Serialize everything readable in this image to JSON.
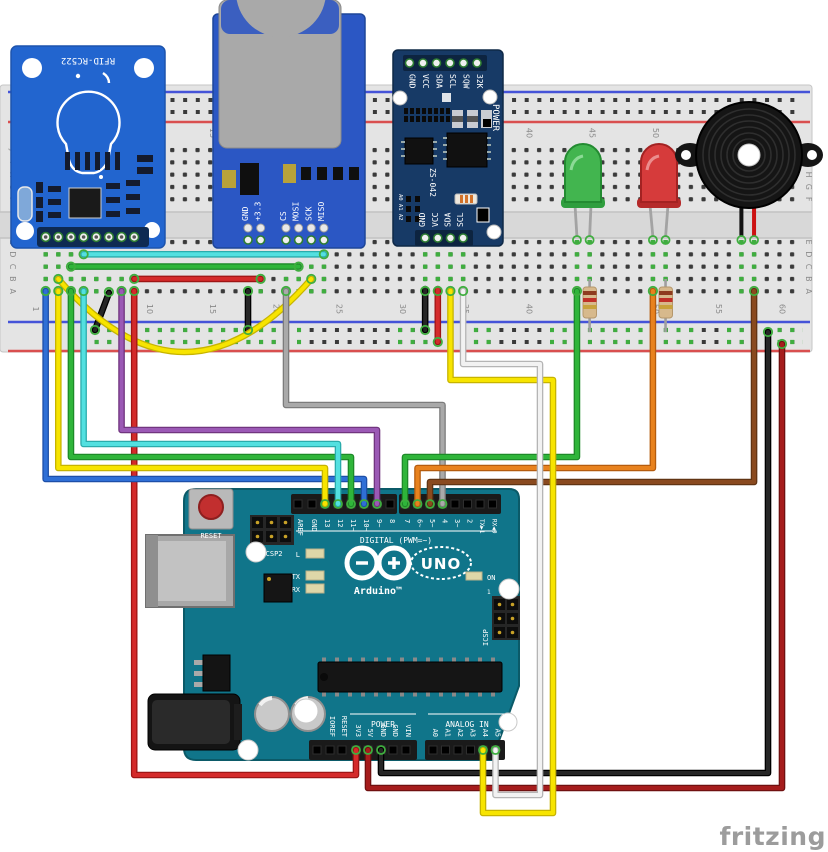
{
  "watermark": "fritzing",
  "breadboard": {
    "row_letters": [
      "J",
      "I",
      "H",
      "G",
      "F",
      "E",
      "D",
      "C",
      "B",
      "A"
    ],
    "column_numbers": [
      "1",
      "5",
      "10",
      "15",
      "20",
      "25",
      "30",
      "35",
      "40",
      "45",
      "50",
      "55",
      "60"
    ]
  },
  "rfid_module": {
    "label": "RFID-RC522"
  },
  "sd_module": {
    "pin_labels": [
      "GND",
      "+3.3",
      "CS",
      "MOSI",
      "SCK",
      "MISO"
    ]
  },
  "rtc_module": {
    "top_pin_labels": [
      "GND",
      "VCC",
      "SDA",
      "SCL",
      "SQW",
      "32K"
    ],
    "side_label": "POWER",
    "model_label": "ZS-042",
    "address_label": "A0 A1 A2",
    "bottom_pin_labels": [
      "GND",
      "VCC",
      "SDA",
      "SCL"
    ]
  },
  "arduino": {
    "reset_label": "RESET",
    "icsp2_label": "ICSP2",
    "icsp_label": "ICSP",
    "icsp_pin1": "1",
    "digital_caption": "DIGITAL (PWM=~)",
    "digital_labels_left": [
      "AREF",
      "GND",
      "13",
      "12",
      "11~",
      "10~",
      "9~",
      "8"
    ],
    "digital_labels_right": [
      "7",
      "6~",
      "5~",
      "4",
      "3~",
      "2",
      "TX▶1",
      "RX◀0"
    ],
    "led_l": "L",
    "led_tx": "TX",
    "led_rx": "RX",
    "led_on": "ON",
    "logo_uno": "UNO",
    "logo_brand": "Arduino™",
    "power_caption": "POWER",
    "analog_caption": "ANALOG IN",
    "power_pin_labels": [
      "IOREF",
      "RESET",
      "3V3",
      "5V",
      "GND",
      "GND",
      "VIN"
    ],
    "analog_pin_labels": [
      "A0",
      "A1",
      "A2",
      "A3",
      "A4",
      "A5"
    ]
  },
  "parts": [
    "RFID-RC522 reader",
    "SD card module",
    "DS3231 RTC module",
    "full-size breadboard",
    "green LED",
    "red LED",
    "resistor",
    "resistor",
    "piezo buzzer",
    "Arduino UNO"
  ],
  "colors": {
    "board_teal": "#10758a",
    "module_blue": "#2265cf",
    "rtc_navy": "#173a66",
    "rail_blue": "#4553d8",
    "rail_red": "#d94f4f",
    "hole_green": "#3fae3f"
  },
  "wires": [
    {
      "name": "rfid-sda-to-d10",
      "color": "#2f6fd6"
    },
    {
      "name": "rfid-sck-to-d13",
      "color": "#f7e400"
    },
    {
      "name": "rfid-mosi-to-d11",
      "color": "#2fb53a"
    },
    {
      "name": "rfid-miso-to-d12",
      "color": "#53e0e0"
    },
    {
      "name": "rfid-rst-to-d9",
      "color": "#9b59b5"
    },
    {
      "name": "rfid-3v3-to-arduino-3v3",
      "color": "#d42a2a"
    },
    {
      "name": "rfid-gnd-to-blue-rail",
      "color": "#262626"
    },
    {
      "name": "sck-jumper-arc",
      "color": "#f7e400"
    },
    {
      "name": "miso-jumper-row-d",
      "color": "#53e0e0"
    },
    {
      "name": "mosi-jumper-row-c",
      "color": "#2fb53a"
    },
    {
      "name": "3v3-jumper-row-b",
      "color": "#d42a2a"
    },
    {
      "name": "sd-gnd-to-blue-rail",
      "color": "#262626"
    },
    {
      "name": "sd-cs-to-d4",
      "color": "#a9a9a9"
    },
    {
      "name": "rtc-gnd-to-blue-rail",
      "color": "#262626"
    },
    {
      "name": "rtc-vcc-to-red-rail",
      "color": "#d42a2a"
    },
    {
      "name": "rtc-sda-to-a4",
      "color": "#f7e400"
    },
    {
      "name": "rtc-scl-to-a5",
      "color": "#f2f2f2"
    },
    {
      "name": "green-led-to-d7",
      "color": "#2fb53a"
    },
    {
      "name": "red-led-to-d6",
      "color": "#e8821e"
    },
    {
      "name": "buzzer-to-d5",
      "color": "#8a4a1f"
    },
    {
      "name": "arduino-gnd-to-blue-rail",
      "color": "#262626"
    },
    {
      "name": "arduino-5v-to-red-rail",
      "color": "#a51c1c"
    }
  ]
}
